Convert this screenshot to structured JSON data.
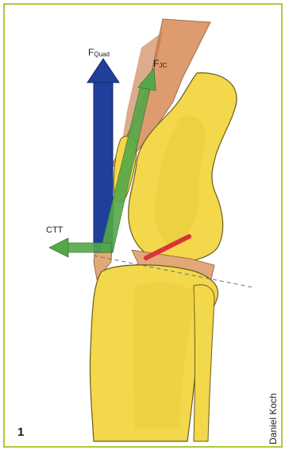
{
  "figure": {
    "number": "1",
    "credit": "Daniel Koch"
  },
  "vectors": {
    "quad": {
      "main": "F",
      "sub": "Quad",
      "color": "#1f3f9a"
    },
    "jc": {
      "main": "F",
      "sub": "JC",
      "color": "#55a84a"
    },
    "ctt": {
      "label": "CTT",
      "color": "#55a84a"
    }
  },
  "colors": {
    "frame": "#a9cc3a",
    "bone": "#f2d84a",
    "cartilage": "#e3a878",
    "muscle": "#d98a55",
    "ligament": "#d8343a"
  }
}
